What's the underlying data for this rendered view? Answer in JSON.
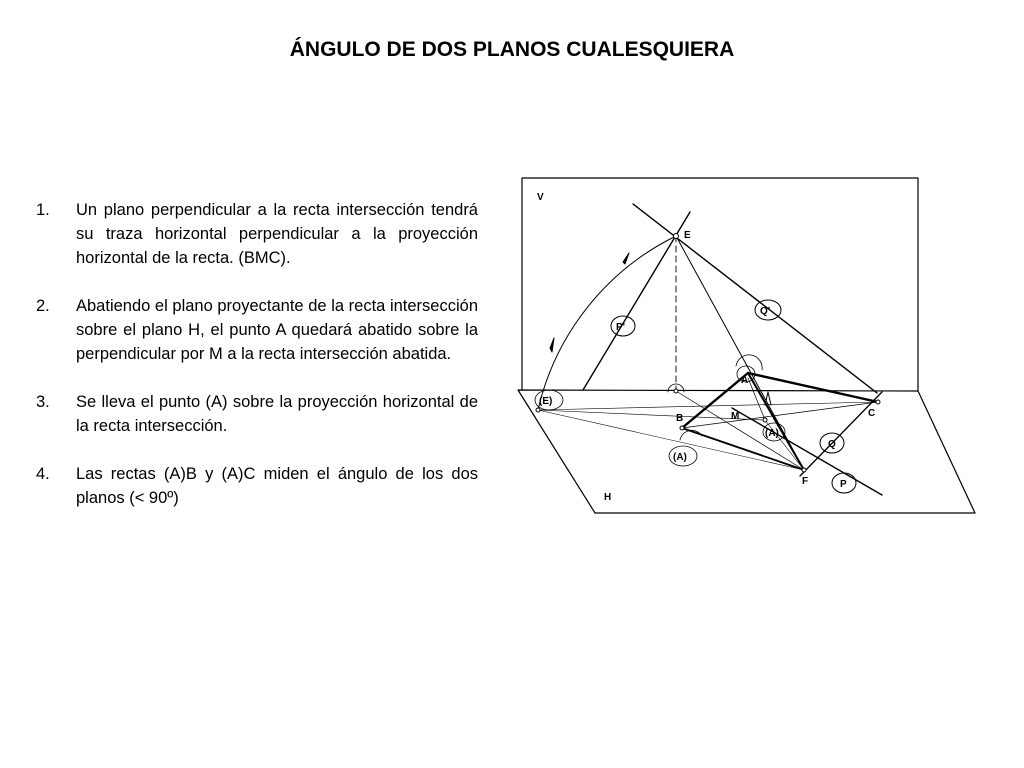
{
  "title": "ÁNGULO DE DOS PLANOS CUALESQUIERA",
  "steps": [
    {
      "number": "1.",
      "text": "Un plano perpendicular a la recta intersección tendrá su traza horizontal perpendicular a la proyección horizontal de la recta. (BMC)."
    },
    {
      "number": "2.",
      "text": "Abatiendo el plano proyectante de la recta intersección sobre el plano H, el punto A quedará abatido sobre la perpendicular por M a la recta intersección abatida."
    },
    {
      "number": "3.",
      "text": "Se lleva el punto (A) sobre la proyección horizontal de la recta intersección."
    },
    {
      "number": "4.",
      "text": "Las rectas (A)B y (A)C miden el ángulo de los dos planos (< 90º)"
    }
  ],
  "diagram": {
    "labels": {
      "V": "V",
      "H": "H",
      "E": "E",
      "E_ab": "(E)",
      "P_prime": "P'",
      "Q_prime": "Q'",
      "A": "A",
      "A_ab": "(A)",
      "A_ab2": "(A)",
      "B": "B",
      "M": "M",
      "C": "C",
      "F": "F",
      "P": "P",
      "Q": "Q"
    }
  }
}
